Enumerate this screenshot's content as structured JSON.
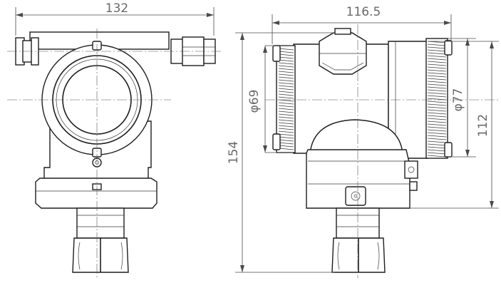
{
  "dimensions": {
    "width_132": "132",
    "width_116_5": "116.5",
    "dia_69": "φ69",
    "dia_77": "φ77",
    "height_112": "112",
    "height_154": "154"
  }
}
